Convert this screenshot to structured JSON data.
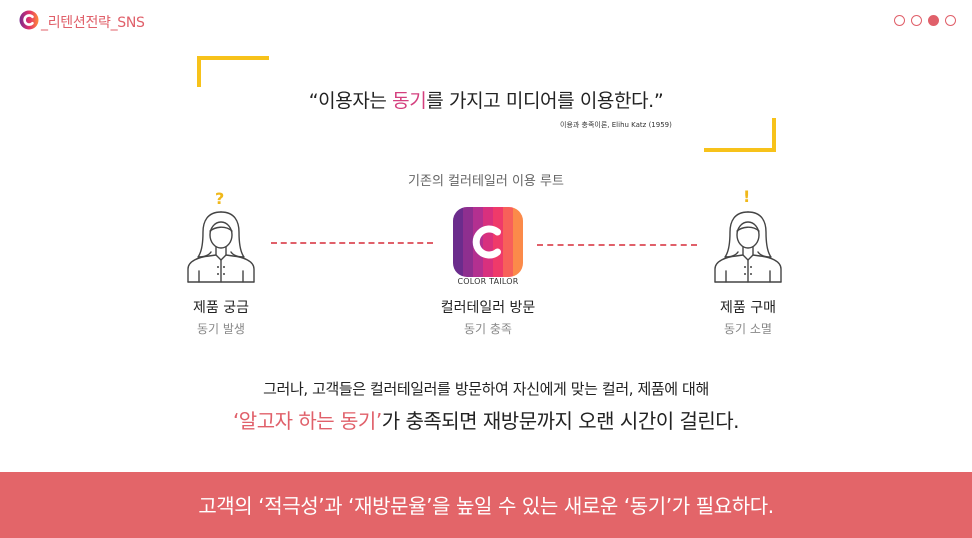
{
  "header": {
    "title": "_리텐션전략_SNS",
    "pages": [
      false,
      false,
      true,
      false
    ]
  },
  "quote": {
    "open": "“이용자는 ",
    "highlight": "동기",
    "close": "를 가지고 미디어를 이용한다.”",
    "source": "이용과 충족이론, Elihu Katz (1959)"
  },
  "route": {
    "title": "기존의 컬러테일러 이용 루트",
    "brand": "COLOR TAILOR",
    "stages": [
      {
        "mark": "?",
        "title": "제품 궁금",
        "sub": "동기 발생"
      },
      {
        "mark": "",
        "title": "컬러테일러 방문",
        "sub": "동기 충족"
      },
      {
        "mark": "!",
        "title": "제품 구매",
        "sub": "동기 소멸"
      }
    ]
  },
  "body": {
    "line1": "그러나, 고객들은 컬러테일러를 방문하여 자신에게 맞는 컬러, 제품에 대해",
    "line2_highlight": "‘알고자 하는 동기’",
    "line2_rest": "가 충족되면 재방문까지 오랜 시간이 걸린다."
  },
  "banner": {
    "text": "고객의 ‘적극성’과 ‘재방문율’을 높일 수 있는 새로운 ‘동기’가 필요하다."
  },
  "colors": {
    "accent": "#e0606a",
    "highlight": "#d43f7e",
    "bracket": "#f7c21a",
    "banner": "#e36569"
  }
}
